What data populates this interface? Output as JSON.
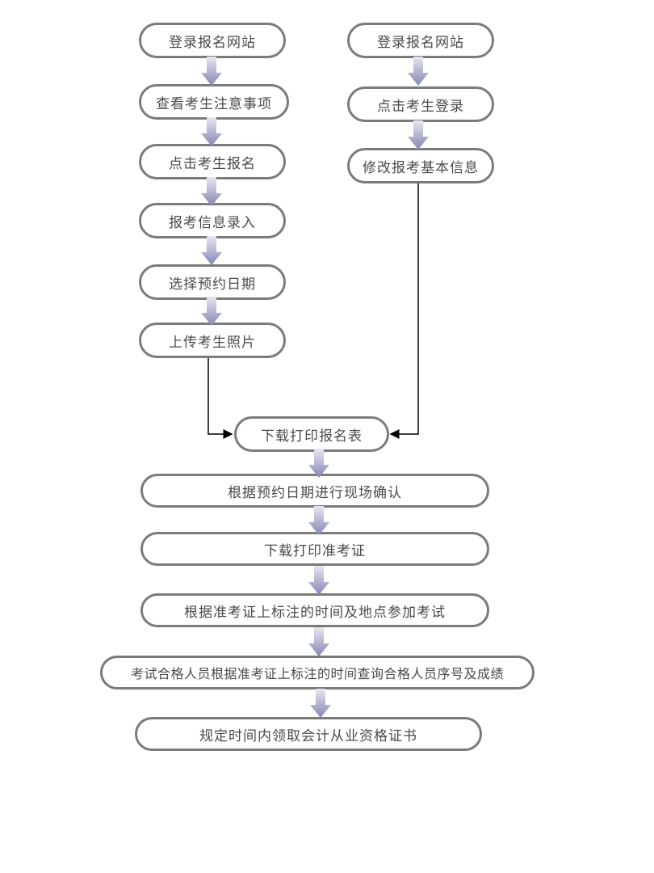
{
  "flowchart": {
    "left_branch": [
      "登录报名网站",
      "查看考生注意事项",
      "点击考生报名",
      "报考信息录入",
      "选择预约日期",
      "上传考生照片"
    ],
    "right_branch": [
      "登录报名网站",
      "点击考生登录",
      "修改报考基本信息"
    ],
    "merge_node": "下载打印报名表",
    "main_flow": [
      "根据预约日期进行现场确认",
      "下载打印准考证",
      "根据准考证上标注的时间及地点参加考试",
      "考试合格人员根据准考证上标注的时间查询合格人员序号及成绩",
      "规定时间内领取会计从业资格证书"
    ]
  },
  "colors": {
    "box_border": "#7b7b7b",
    "text": "#4a4a4a",
    "arrow_light": "#d9dbea",
    "arrow_dark": "#8c8fb8",
    "connector_line": "#000000"
  }
}
